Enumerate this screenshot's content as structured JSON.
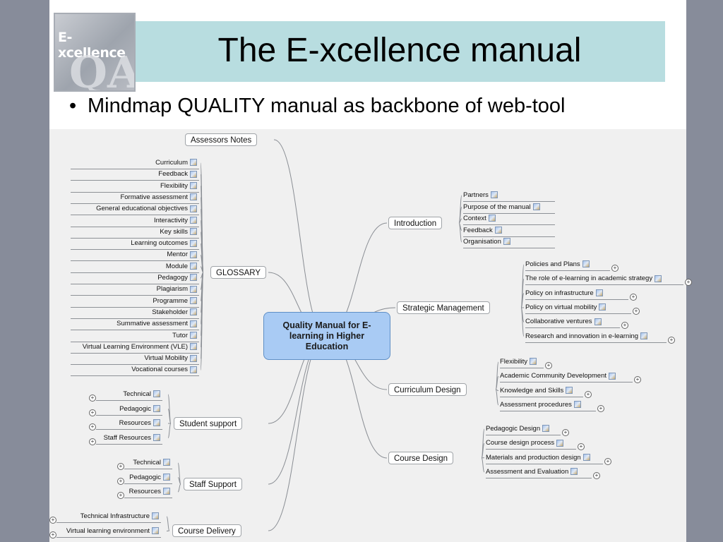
{
  "header": {
    "title": "The E-xcellence manual",
    "logo_text": "E-xcellence",
    "logo_letters": "QA"
  },
  "bullet": {
    "text": "Mindmap QUALITY manual as backbone of web-tool",
    "symbol": "•"
  },
  "mindmap": {
    "center": "Quality Manual for E-learning in Higher Education",
    "left": {
      "assessors_notes": "Assessors Notes",
      "glossary": {
        "label": "GLOSSARY",
        "items": [
          "Curriculum",
          "Feedback",
          "Flexibility",
          "Formative assessment",
          "General educational objectives",
          "Interactivity",
          "Key skills",
          "Learning outcomes",
          "Mentor",
          "Module",
          "Pedagogy",
          "Plagiarism",
          "Programme",
          "Stakeholder",
          "Summative assessment",
          "Tutor",
          "Virtual Learning Environment (VLE)",
          "Virtual Mobility",
          "Vocational courses"
        ]
      },
      "student_support": {
        "label": "Student support",
        "items": [
          "Technical",
          "Pedagogic",
          "Resources",
          "Staff Resources"
        ]
      },
      "staff_support": {
        "label": "Staff Support",
        "items": [
          "Technical",
          "Pedagogic",
          "Resources"
        ]
      },
      "course_delivery": {
        "label": "Course Delivery",
        "items": [
          "Technical Infrastructure",
          "Virtual learning environment"
        ]
      }
    },
    "right": {
      "introduction": {
        "label": "Introduction",
        "items": [
          "Partners",
          "Purpose of the manual",
          "Context",
          "Feedback",
          "Organisation"
        ]
      },
      "strategic_management": {
        "label": "Strategic Management",
        "items": [
          "Policies and Plans",
          "The role of e-learning in academic strategy",
          "Policy on infrastructure",
          "Policy on virtual mobility",
          "Collaborative ventures",
          "Research and innovation in e-learning"
        ]
      },
      "curriculum_design": {
        "label": "Curriculum Design",
        "items": [
          "Flexibility",
          "Academic Community Development",
          "Knowledge and Skills",
          "Assessment procedures"
        ]
      },
      "course_design": {
        "label": "Course Design",
        "items": [
          "Pedagogic Design",
          "Course design process",
          "Materials and production design",
          "Assessment and Evaluation"
        ]
      }
    }
  },
  "colors": {
    "band": "#b8dde0",
    "center_fill": "#a9cbf4",
    "frame": "#878c9a"
  }
}
